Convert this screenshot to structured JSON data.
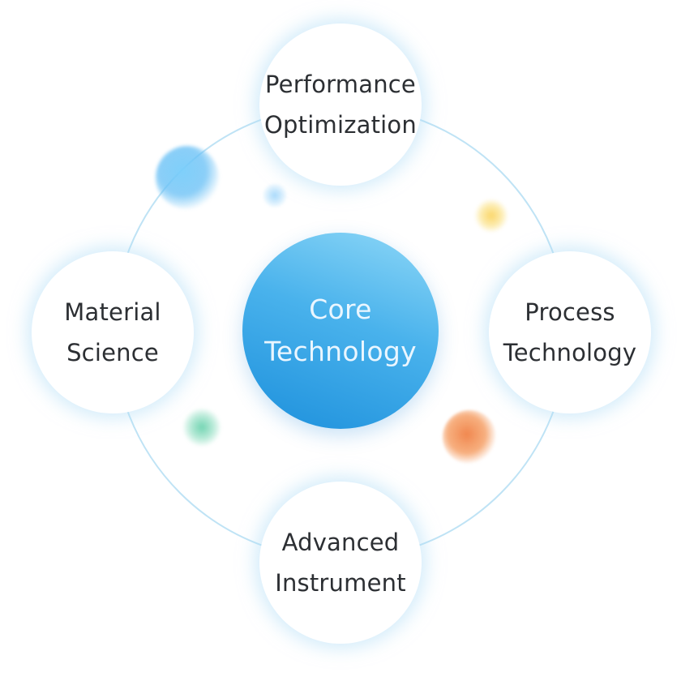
{
  "diagram": {
    "center": {
      "label": "Core\nTechnology"
    },
    "nodes": {
      "top": {
        "label": "Performance\nOptimization"
      },
      "left": {
        "label": "Material\nScience"
      },
      "right": {
        "label": "Process\nTechnology"
      },
      "bottom": {
        "label": "Advanced\nInstrument"
      }
    }
  },
  "colors": {
    "ring": "#bfe3f5",
    "core_gradient_start": "#8fd8f7",
    "core_gradient_end": "#1d90dc",
    "node_text": "#2c2f33",
    "core_text": "#eaf6ff"
  }
}
